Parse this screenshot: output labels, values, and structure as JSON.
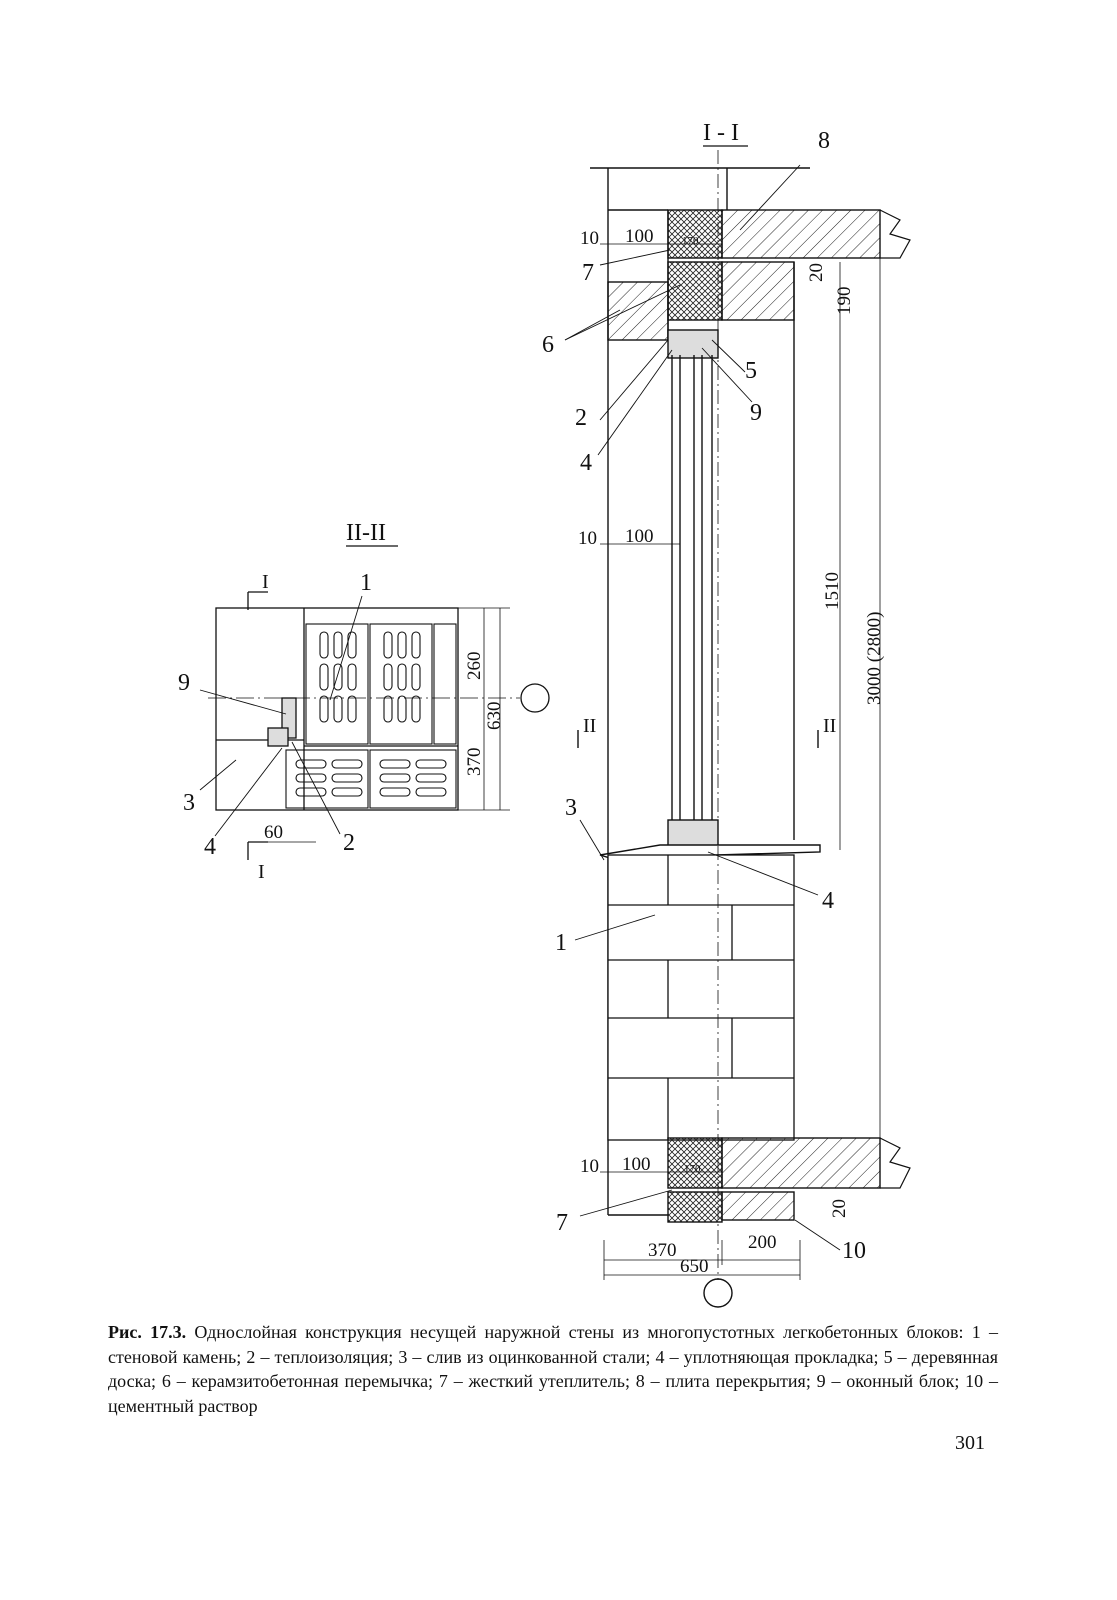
{
  "section_main": "I - I",
  "section_plan": "II-II",
  "labels": {
    "l1": "1",
    "l2": "2",
    "l3": "3",
    "l4": "4",
    "l5": "5",
    "l6": "6",
    "l7": "7",
    "l8": "8",
    "l9": "9",
    "l10": "10"
  },
  "cut_marks": {
    "roman1": "I",
    "roman2": "II"
  },
  "dims": {
    "d10": "10",
    "d100": "100",
    "d170": "170",
    "d20": "20",
    "d190": "190",
    "d1510": "1510",
    "d3000": "3000 (2800)",
    "d370": "370",
    "d200": "200",
    "d650": "650",
    "d260": "260",
    "d630": "630",
    "d60": "60"
  },
  "caption": {
    "fig": "Рис. 17.3.",
    "text": "Однослойная конструкция несущей наружной стены из многопустотных легкобетонных блоков: 1 – стеновой камень; 2 – теплоизоляция; 3 – слив из оцинкованной стали; 4 – уплотняющая прокладка; 5 – деревянная доска; 6 – керамзитобетонная перемычка; 7 – жесткий утеплитель; 8 – плита перекрытия; 9 – оконный блок; 10 – цементный раствор"
  },
  "page_number": "301"
}
